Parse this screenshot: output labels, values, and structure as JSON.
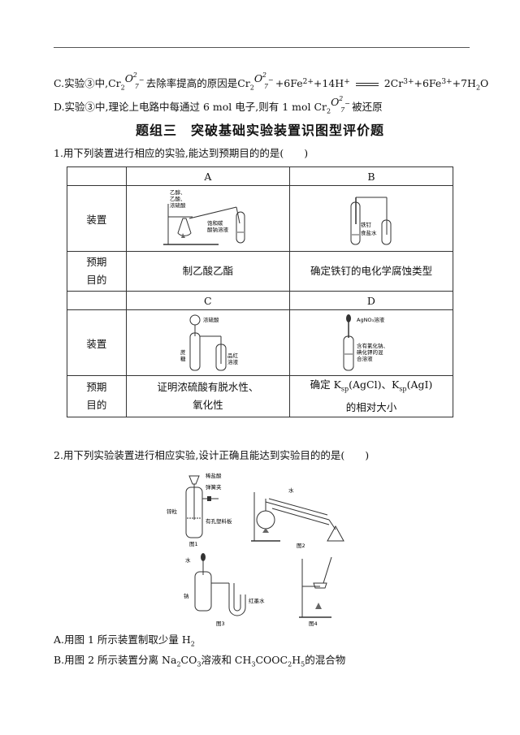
{
  "option_c": {
    "lead": "C.实验③中,Cr",
    "sub1": "2",
    "o1": "O",
    "o1_sup": "2",
    "o1_sub": "7",
    "o1_charge": "−",
    "mid": "去除率提高的原因是Cr",
    "sub2": "2",
    "o2": "O",
    "o2_sup": "2",
    "o2_sub": "7",
    "o2_charge": "−",
    "eq_left": "+6Fe",
    "eq_left_ion": "2+",
    "eq_left2": "+14H",
    "eq_left2_ion": "+",
    "eq_right1": "2Cr",
    "eq_right1_ion": "3+",
    "eq_right2": "+6Fe",
    "eq_right2_ion": "3+",
    "eq_right3": "+7H",
    "eq_right3_sub": "2",
    "eq_right4": "O"
  },
  "option_d": {
    "lead": "D.实验③中,理论上电路中每通过 6 mol 电子,则有 1 mol Cr",
    "sub1": "2",
    "o": "O",
    "o_sup": "2",
    "o_sub": "7",
    "o_charge": "−",
    "tail": "被还原"
  },
  "section_title": "题组三　突破基础实验装置识图型评价题",
  "q1": {
    "stem": "1.用下列装置进行相应的实验,能达到预期目的的是(　　)",
    "col_a": "A",
    "col_b": "B",
    "col_c": "C",
    "col_d": "D",
    "row_device": "装置",
    "row_purpose_1": "预期",
    "row_purpose_2": "目的",
    "a_labels": [
      "乙醇、",
      "乙酸、",
      "浓硫酸",
      "饱和碳",
      "酸钠溶液"
    ],
    "b_labels": [
      "铁钉",
      "食盐水"
    ],
    "c_labels": [
      "浓硫酸",
      "蔗",
      "糖",
      "品红",
      "溶液"
    ],
    "d_labels": [
      "AgNO₃溶液",
      "含有氯化钠、",
      "碘化钾的混",
      "合溶液"
    ],
    "purpose_a": "制乙酸乙酯",
    "purpose_b": "确定铁钉的电化学腐蚀类型",
    "purpose_c_1": "证明浓硫酸有脱水性、",
    "purpose_c_2": "氧化性",
    "purpose_d_1a": "确定 K",
    "purpose_d_1a_sub": "sp",
    "purpose_d_1b": "(AgCl)、K",
    "purpose_d_1b_sub": "sp",
    "purpose_d_1c": "(AgI)",
    "purpose_d_2": "的相对大小"
  },
  "q2": {
    "stem": "2.用下列实验装置进行相应实验,设计正确且能达到实验目的的是(　　)",
    "fig1_labels": [
      "稀盐酸",
      "弹簧夹",
      "锌粒",
      "有孔塑料板"
    ],
    "fig1_caption": "图1",
    "fig2_label": "水",
    "fig2_caption": "图2",
    "fig3_labels": [
      "水",
      "钠",
      "红墨水"
    ],
    "fig3_caption": "图3",
    "fig4_caption": "图4",
    "option_a_text": "A.用图 1 所示装置制取少量 H",
    "option_a_sub": "2",
    "option_b_1": "B.用图 2 所示装置分离 Na",
    "option_b_s1": "2",
    "option_b_2": "CO",
    "option_b_s2": "3",
    "option_b_3": "溶液和 CH",
    "option_b_s3": "3",
    "option_b_4": "COOC",
    "option_b_s4": "2",
    "option_b_5": "H",
    "option_b_s5": "5",
    "option_b_6": "的混合物"
  }
}
